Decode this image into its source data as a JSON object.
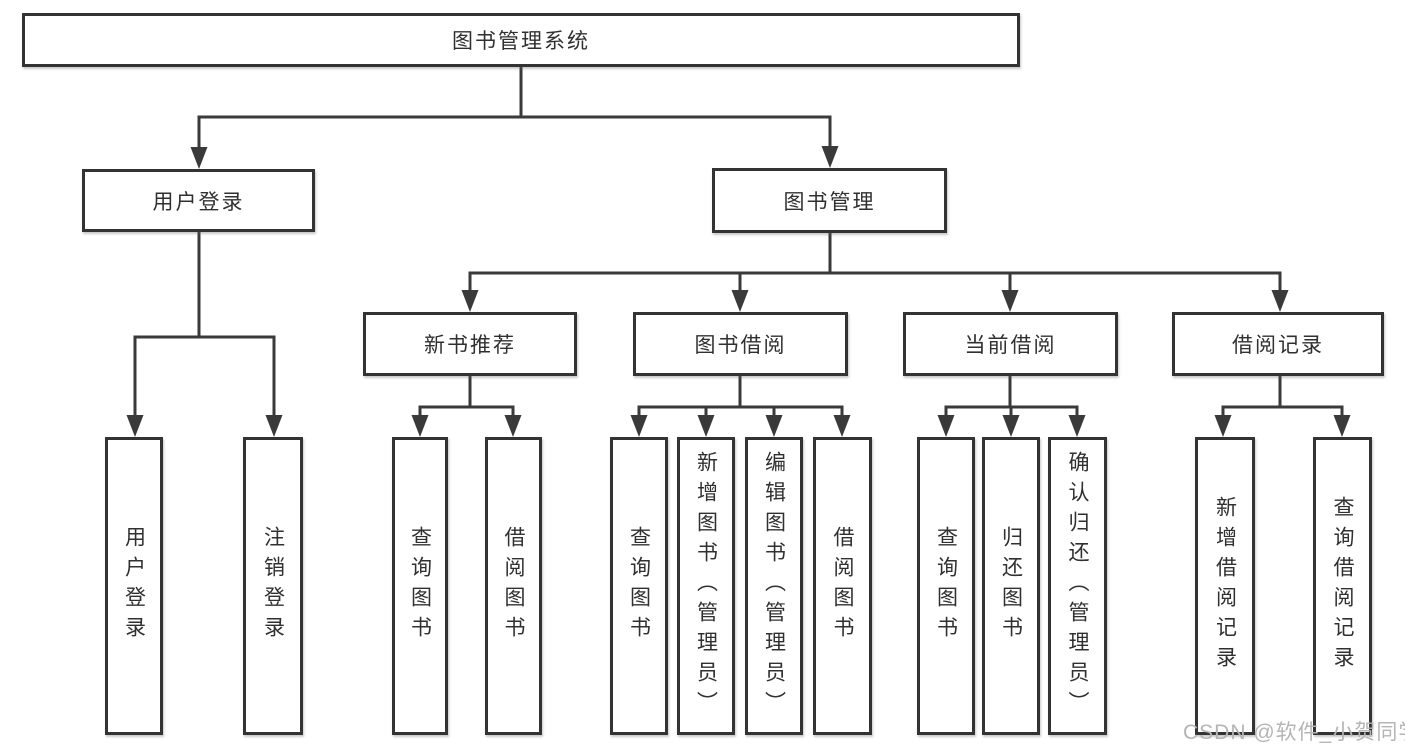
{
  "diagram_type": "hierarchy-tree",
  "tree": {
    "label": "图书管理系统",
    "children": [
      {
        "label": "用户登录",
        "children": [
          {
            "label": "用户登录"
          },
          {
            "label": "注销登录"
          }
        ]
      },
      {
        "label": "图书管理",
        "children": [
          {
            "label": "新书推荐",
            "children": [
              {
                "label": "查询图书"
              },
              {
                "label": "借阅图书"
              }
            ]
          },
          {
            "label": "图书借阅",
            "children": [
              {
                "label": "查询图书"
              },
              {
                "label": "新增图书（管理员）"
              },
              {
                "label": "编辑图书（管理员）"
              },
              {
                "label": "借阅图书"
              }
            ]
          },
          {
            "label": "当前借阅",
            "children": [
              {
                "label": "查询图书"
              },
              {
                "label": "归还图书"
              },
              {
                "label": "确认归还（管理员）"
              }
            ]
          },
          {
            "label": "借阅记录",
            "children": [
              {
                "label": "新增借阅记录"
              },
              {
                "label": "查询借阅记录"
              }
            ]
          }
        ]
      }
    ]
  },
  "watermark": {
    "text": "CSDN @软件_小贺同学"
  },
  "colors": {
    "background": "#ffffff",
    "box_fill": "#ffffff",
    "box_border": "#333333",
    "line": "#3a3a3a",
    "text": "#303030",
    "watermark": "#b5b5b5"
  }
}
